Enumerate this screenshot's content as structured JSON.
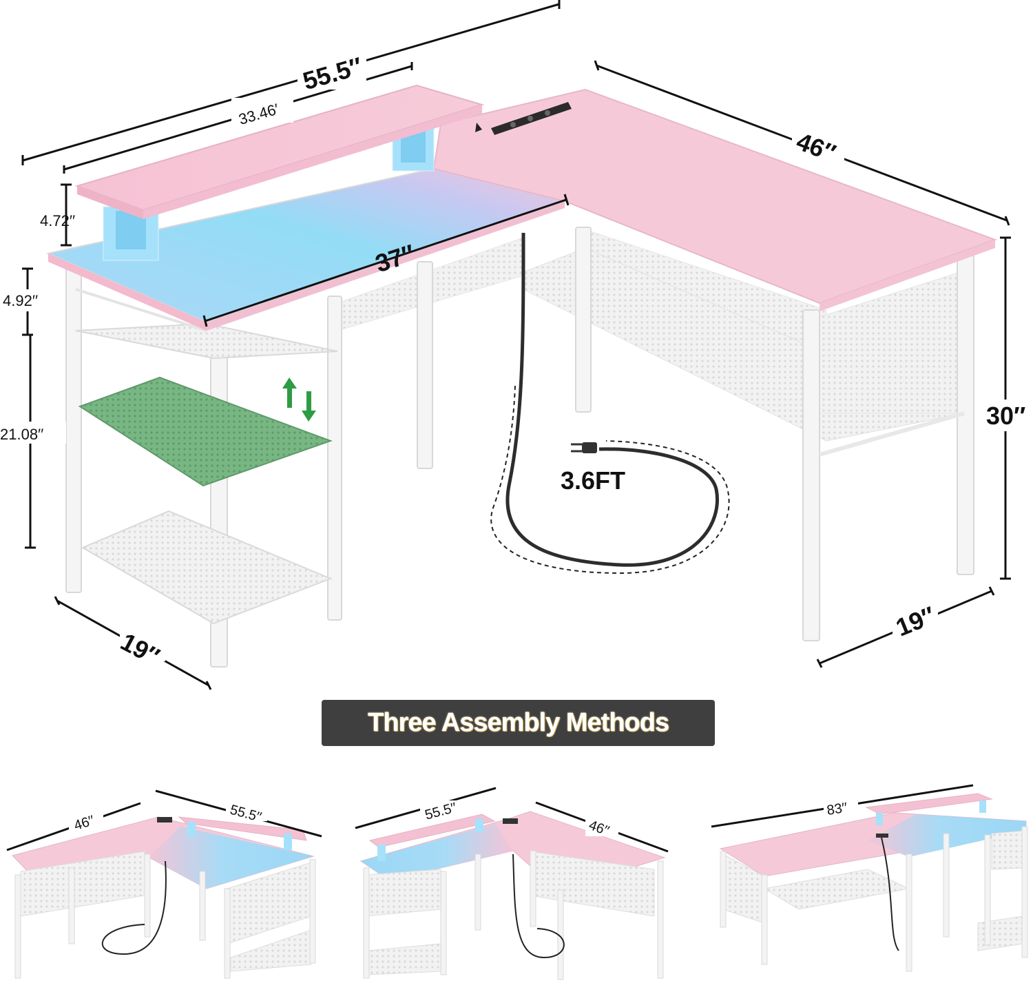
{
  "main_view": {
    "dimensions": {
      "total_width": "55.5′′",
      "monitor_stand_width": "33.46′",
      "side_length": "46′′",
      "stand_height": "4.72′′",
      "desk_width": "37′′",
      "shelf_gap": "4.92′′",
      "lower_height": "21.08′′",
      "desk_height": "30′′",
      "left_depth": "19′′",
      "right_depth": "19′′"
    },
    "cord_label": "3.6FT"
  },
  "banner": {
    "label": "Three Assembly Methods"
  },
  "assembly_methods": [
    {
      "left_label": "46′′",
      "right_label": "55.5′′"
    },
    {
      "left_label": "55.5′′",
      "right_label": "46′′"
    },
    {
      "top_label": "83′′"
    }
  ],
  "colors": {
    "pink_top": "#f6c8d8",
    "blue_glow": "#8fd3f4",
    "white_frame": "#f4f4f4",
    "green_shelf": "#6fae7a",
    "arrow_green": "#2e9b45",
    "banner_bg": "#3f3f3f"
  }
}
